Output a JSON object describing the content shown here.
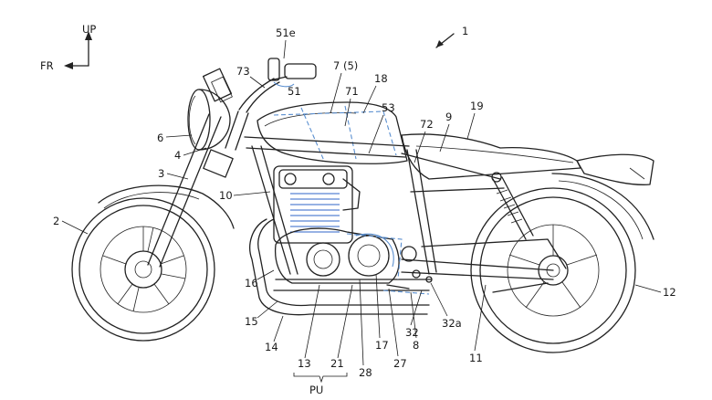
{
  "orientation": {
    "up": "UP",
    "front": "FR"
  },
  "figure_ref": "1",
  "labels": {
    "l51e": "51e",
    "l7_5": "7 (5)",
    "l73": "73",
    "l51": "51",
    "l71": "71",
    "l18": "18",
    "l53": "53",
    "l72": "72",
    "l9": "9",
    "l19": "19",
    "l6": "6",
    "l4": "4",
    "l3": "3",
    "l10": "10",
    "l2": "2",
    "l16": "16",
    "l15": "15",
    "l14": "14",
    "l13": "13",
    "l21": "21",
    "pu": "PU",
    "l28": "28",
    "l17": "17",
    "l27": "27",
    "l8": "8",
    "l32": "32",
    "l32a": "32a",
    "l11": "11",
    "l12": "12"
  },
  "colors": {
    "ink": "#222222",
    "accent_blue": "#5a8fd0",
    "hatch_blue": "#2f66c8",
    "background": "#ffffff"
  }
}
